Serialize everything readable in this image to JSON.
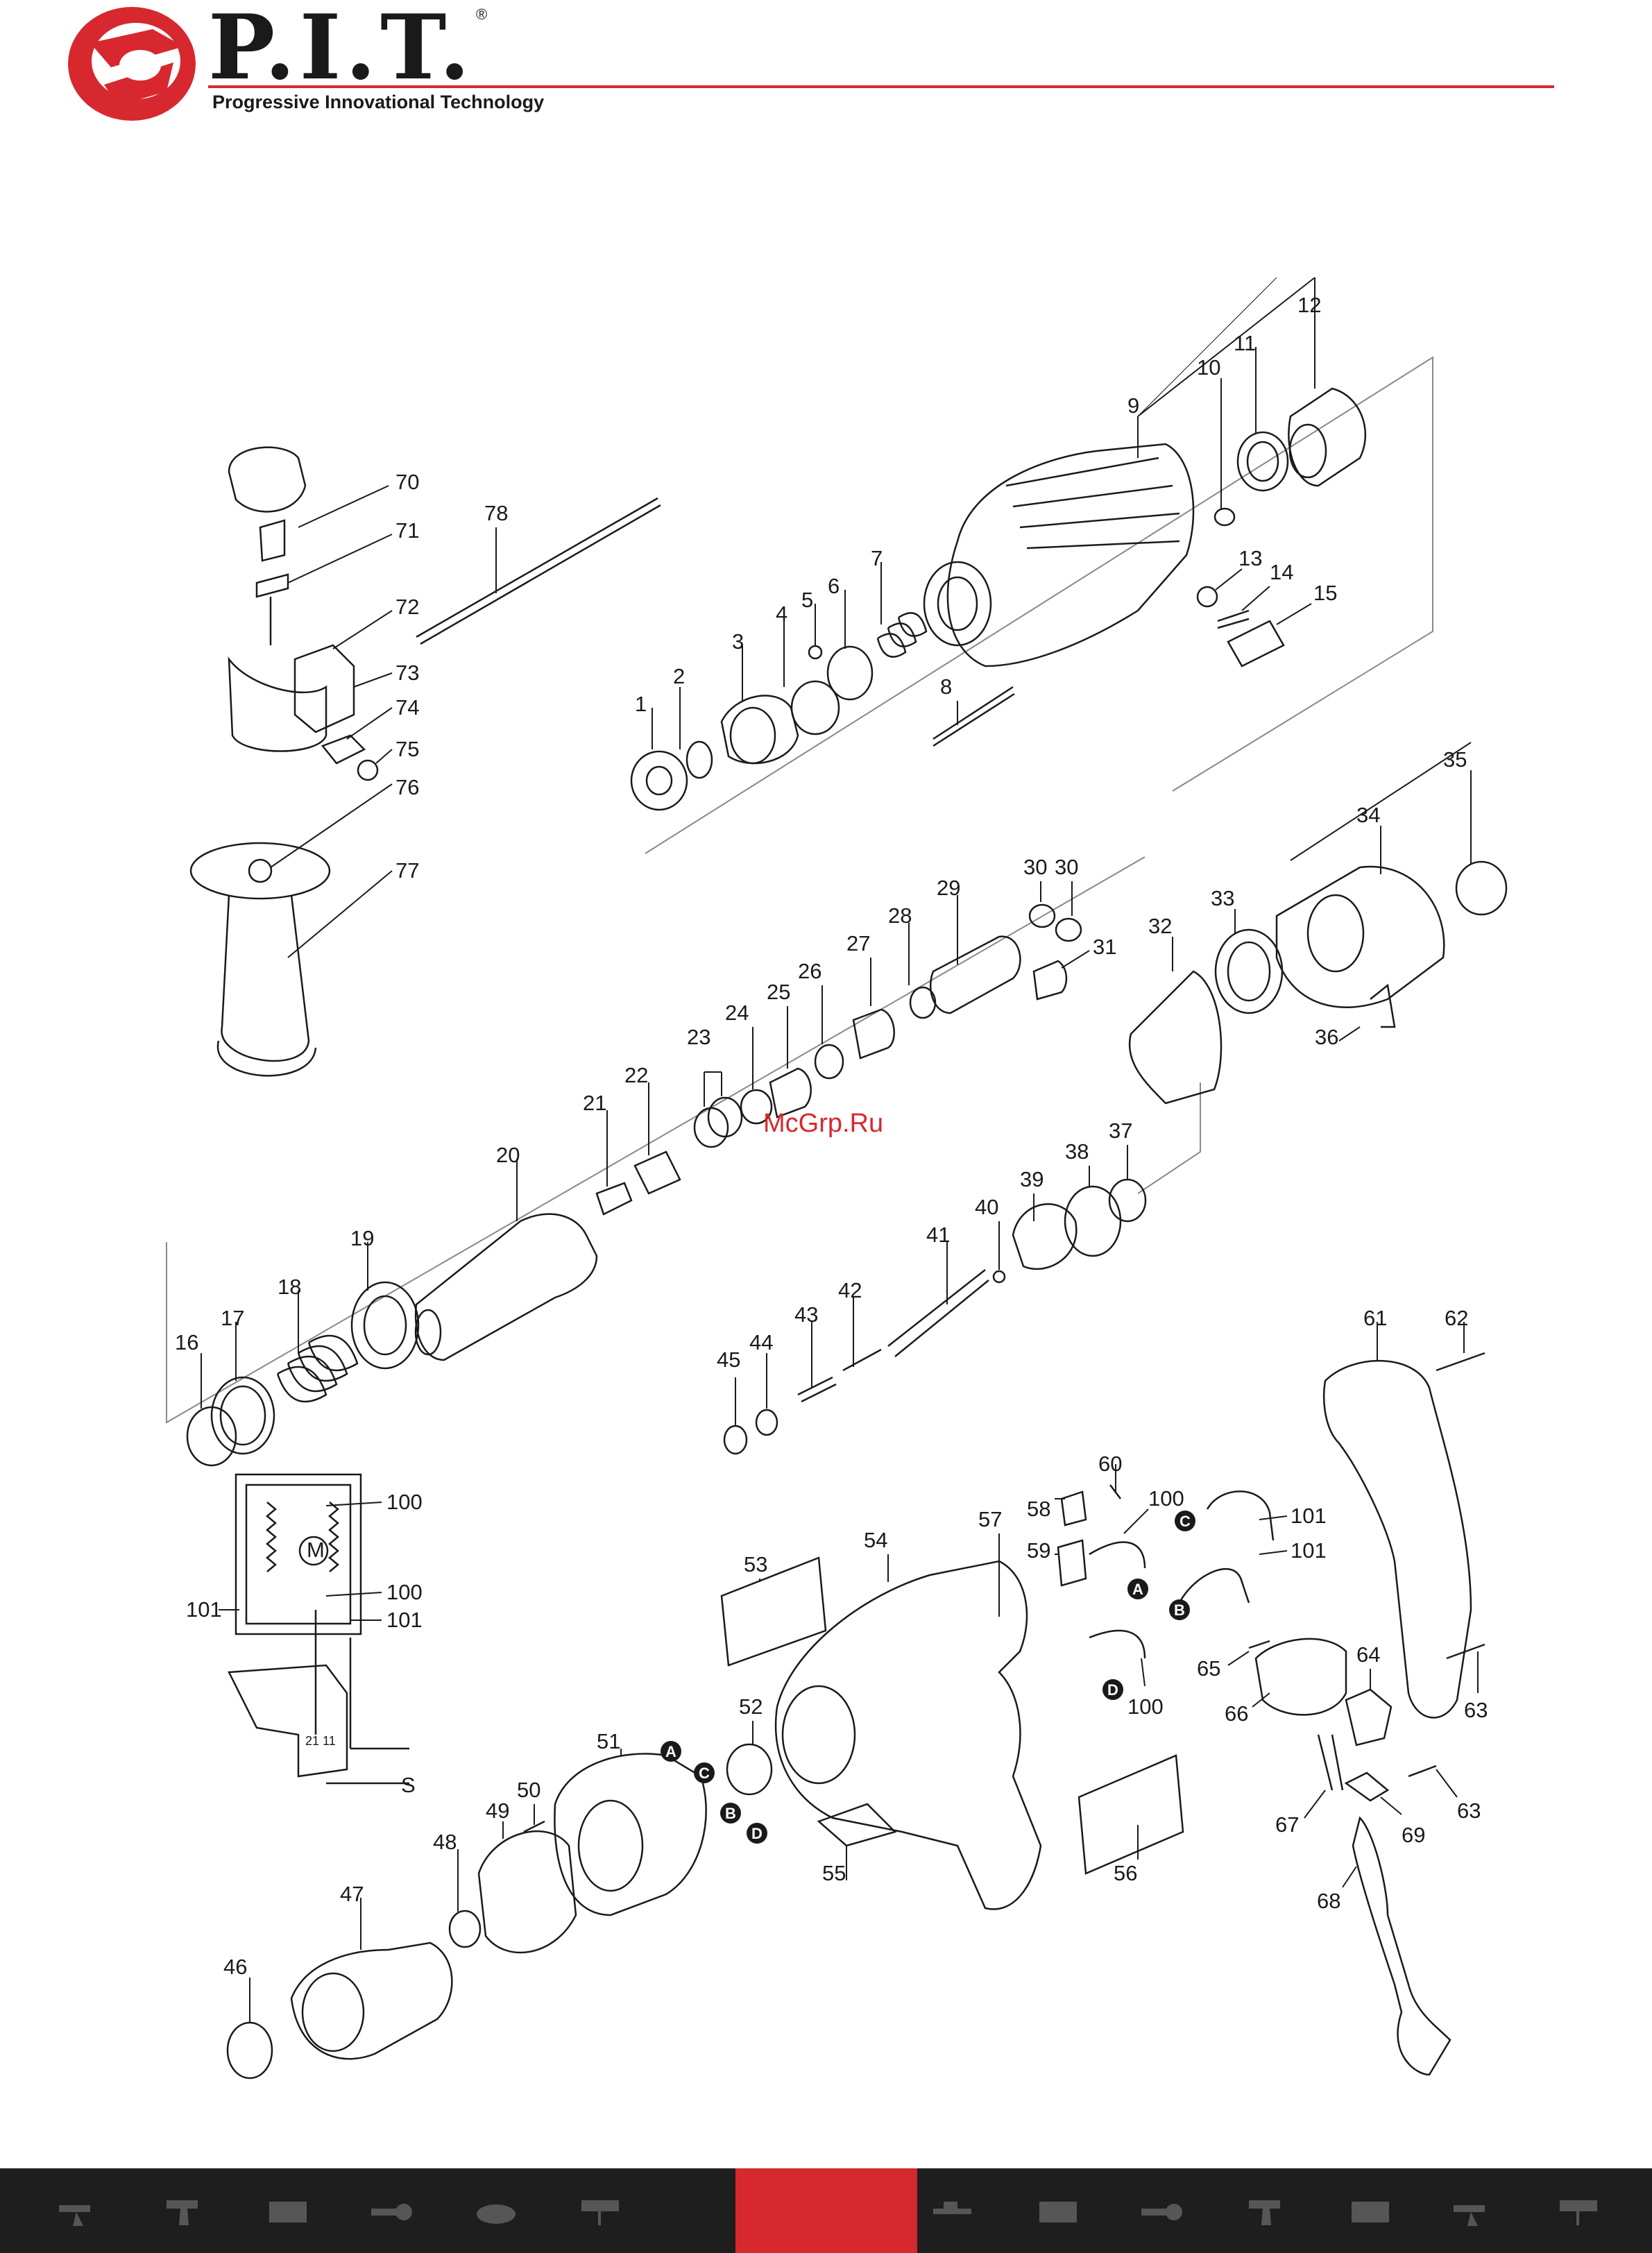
{
  "header": {
    "brand": "P.I.T.",
    "registered": "®",
    "tagline": "Progressive Innovational Technology",
    "accent_color": "#d7282f"
  },
  "watermark": "McGrp.Ru",
  "diagram": {
    "part_numbers": [
      "1",
      "2",
      "3",
      "4",
      "5",
      "6",
      "7",
      "8",
      "9",
      "10",
      "11",
      "12",
      "13",
      "14",
      "15",
      "16",
      "17",
      "18",
      "19",
      "20",
      "21",
      "22",
      "23",
      "24",
      "25",
      "26",
      "27",
      "28",
      "29",
      "30",
      "30",
      "31",
      "32",
      "33",
      "34",
      "35",
      "36",
      "37",
      "38",
      "39",
      "40",
      "41",
      "42",
      "43",
      "44",
      "45",
      "46",
      "47",
      "48",
      "49",
      "50",
      "51",
      "52",
      "53",
      "54",
      "55",
      "56",
      "57",
      "58",
      "59",
      "60",
      "61",
      "62",
      "63",
      "63",
      "64",
      "65",
      "66",
      "67",
      "68",
      "69",
      "70",
      "71",
      "72",
      "73",
      "74",
      "75",
      "76",
      "77",
      "78",
      "100",
      "100",
      "100",
      "100",
      "101",
      "101",
      "101",
      "101"
    ],
    "connector_letters": [
      "A",
      "B",
      "C",
      "D",
      "A",
      "B",
      "C",
      "D"
    ],
    "wiring_label": "S",
    "wiring_switch_codes": "21  11",
    "motor_symbol": "M"
  },
  "footer": {
    "background": "#1e1e1e",
    "accent": "#d7282f",
    "tool_icons": [
      "hammer-drill-icon",
      "cordless-drill-icon",
      "generator-icon",
      "angle-grinder-icon",
      "compressor-icon",
      "mixer-icon",
      "chainsaw-icon",
      "jigsaw-icon"
    ]
  }
}
